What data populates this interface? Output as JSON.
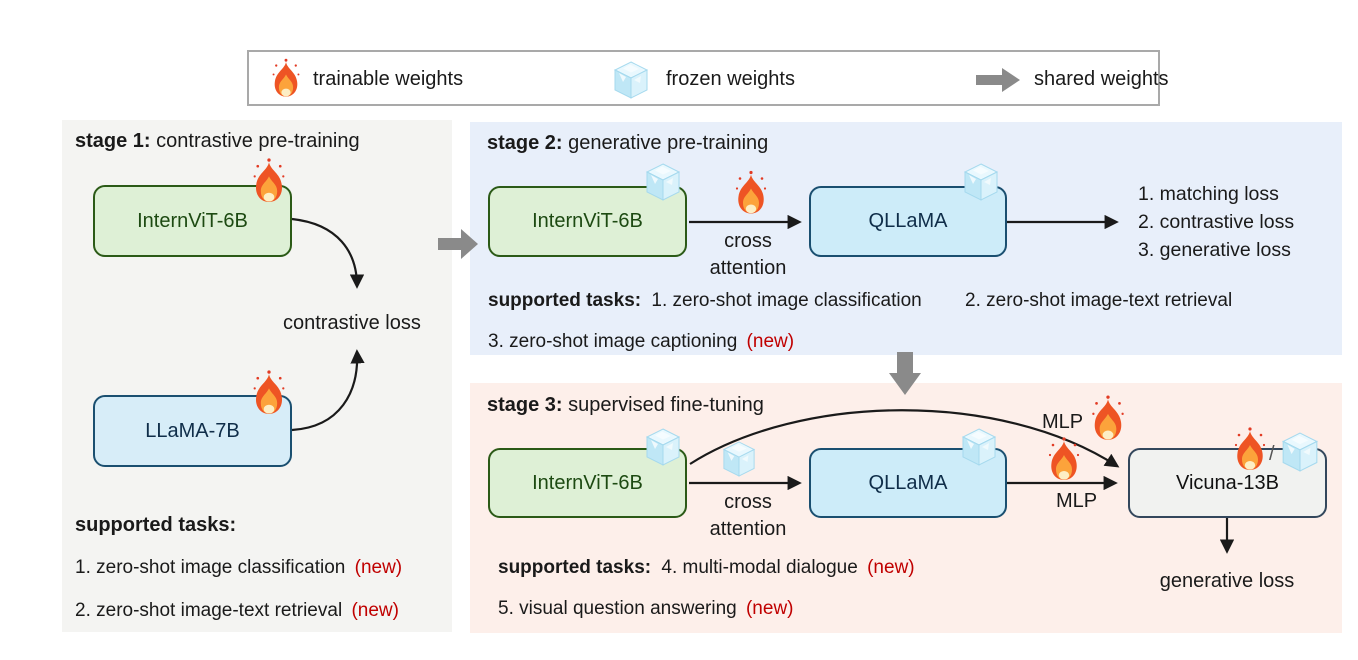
{
  "legend": {
    "trainable_label": "trainable weights",
    "frozen_label": "frozen weights",
    "shared_label": "shared weights"
  },
  "icons": {
    "trainable": "fire-icon",
    "frozen": "ice-cube-icon",
    "shared": "gray-block-arrow-icon"
  },
  "stage1": {
    "title_bold": "stage 1:",
    "title_rest": " contrastive pre-training",
    "box_vit": "InternViT-6B",
    "box_llm": "LLaMA-7B",
    "loss_label": "contrastive loss",
    "tasks_header": "supported tasks:",
    "task1": "1. zero-shot image classification",
    "task1_new": "(new)",
    "task2": "2. zero-shot image-text retrieval",
    "task2_new": "(new)"
  },
  "stage2": {
    "title_bold": "stage 2:",
    "title_rest": " generative pre-training",
    "box_vit": "InternViT-6B",
    "box_llm": "QLLaMA",
    "cross_line1": "cross",
    "cross_line2": "attention",
    "losses": [
      "1. matching loss",
      "2. contrastive loss",
      "3. generative loss"
    ],
    "tasks_header": "supported tasks:",
    "task1": "1. zero-shot image classification",
    "task2": "2. zero-shot image-text retrieval",
    "task3": "3. zero-shot image captioning",
    "task3_new": "(new)"
  },
  "stage3": {
    "title_bold": "stage 3:",
    "title_rest": " supervised fine-tuning",
    "box_vit": "InternViT-6B",
    "box_llm": "QLLaMA",
    "box_chat": "Vicuna-13B",
    "cross_line1": "cross",
    "cross_line2": "attention",
    "mlp_top": "MLP",
    "mlp_bottom": "MLP",
    "slash": "/",
    "loss_label": "generative loss",
    "tasks_header": "supported tasks:",
    "task4": "4. multi-modal dialogue",
    "task4_new": "(new)",
    "task5": "5. visual question answering",
    "task5_new": "(new)"
  },
  "colors": {
    "stage1_bg": "#f4f4f2",
    "stage2_bg": "#e8effa",
    "stage3_bg": "#fdefea",
    "green_box_fill": "#def0d6",
    "green_box_border": "#2b5a17",
    "blue_box_fill": "#d7edf8",
    "blue_box_border": "#1a4f70",
    "gray_box_fill": "#f1f2f0",
    "gray_box_border": "#33475c",
    "new_red": "#c00000",
    "shared_arrow_gray": "#8a8a8a",
    "arrow_black": "#1a1a1a"
  }
}
